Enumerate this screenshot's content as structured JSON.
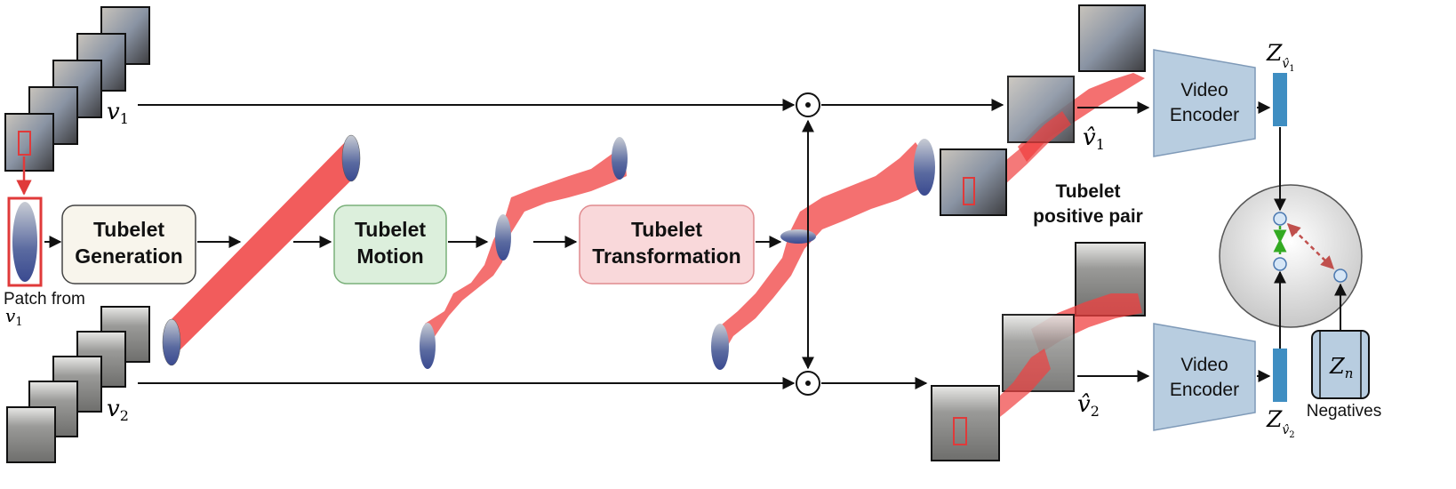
{
  "inputs": {
    "v1_label": "v",
    "v1_sub": "1",
    "v2_label": "v",
    "v2_sub": "2",
    "patch_caption_line1": "Patch from",
    "patch_caption_v": "v",
    "patch_caption_sub": "1"
  },
  "steps": {
    "generation": [
      "Tubelet",
      "Generation"
    ],
    "motion": [
      "Tubelet",
      "Motion"
    ],
    "transformation": [
      "Tubelet",
      "Transformation"
    ]
  },
  "outputs": {
    "v1_hat_label": "v̂",
    "v1_hat_sub": "1",
    "v2_hat_label": "v̂",
    "v2_hat_sub": "2",
    "positive_pair": [
      "Tubelet",
      "positive pair"
    ]
  },
  "encoders": {
    "top": [
      "Video",
      "Encoder"
    ],
    "bottom": [
      "Video",
      "Encoder"
    ]
  },
  "embeddings": {
    "z_top_label": "Z",
    "z_top_sub": "v̂",
    "z_top_subsub": "1",
    "z_bottom_label": "Z",
    "z_bottom_sub": "v̂",
    "z_bottom_subsub": "2",
    "zn_label": "Z",
    "zn_sub": "n",
    "negatives": "Negatives"
  },
  "operators": {
    "combine_symbol": "⊙"
  },
  "colors": {
    "step_generation": "#f8f5ec",
    "step_motion": "#dcefdc",
    "step_transformation": "#f9d8da",
    "encoder": "#b8cde0",
    "embedding_bar": "#3f8ec2",
    "tubelet": "#f04040",
    "positive_link": "#33aa22",
    "negative_link": "#c0504d"
  }
}
